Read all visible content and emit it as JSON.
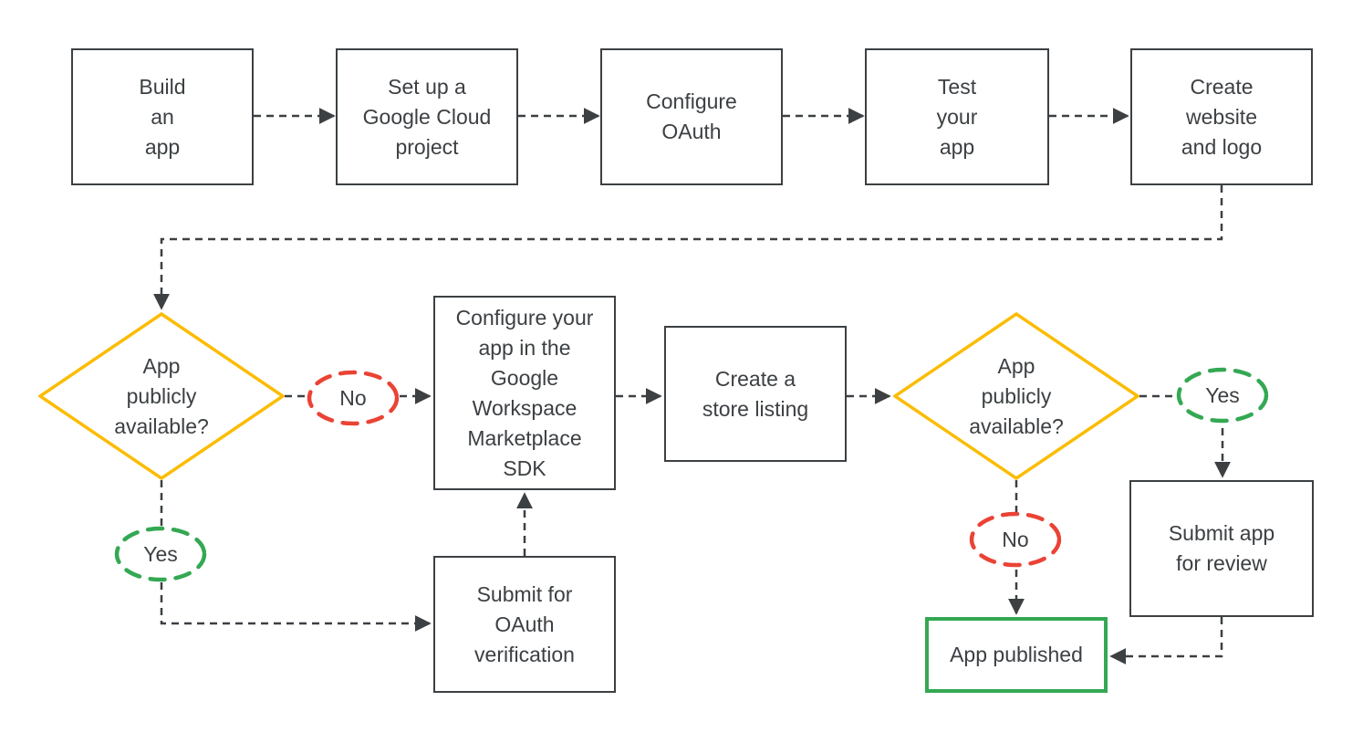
{
  "colors": {
    "dark": "#3c4043",
    "yellow": "#fbbc04",
    "green": "#34a853",
    "red": "#ea4335",
    "bg": "#ffffff"
  },
  "nodes": {
    "build_app": "Build\nan\napp",
    "setup_project": "Set up a\nGoogle Cloud\nproject",
    "configure_oauth": "Configure\nOAuth",
    "test_app": "Test\nyour\napp",
    "create_website": "Create\nwebsite\nand logo",
    "decision_left": "App\npublicly\navailable?",
    "no_left": "No",
    "yes_left": "Yes",
    "sdk": "Configure your\napp in the\nGoogle\nWorkspace\nMarketplace\nSDK",
    "store_listing": "Create a\nstore listing",
    "oauth_verification": "Submit for\nOAuth\nverification",
    "decision_right": "App\npublicly\navailable?",
    "yes_right": "Yes",
    "no_right": "No",
    "submit_review": "Submit app\nfor review",
    "app_published": "App published"
  }
}
